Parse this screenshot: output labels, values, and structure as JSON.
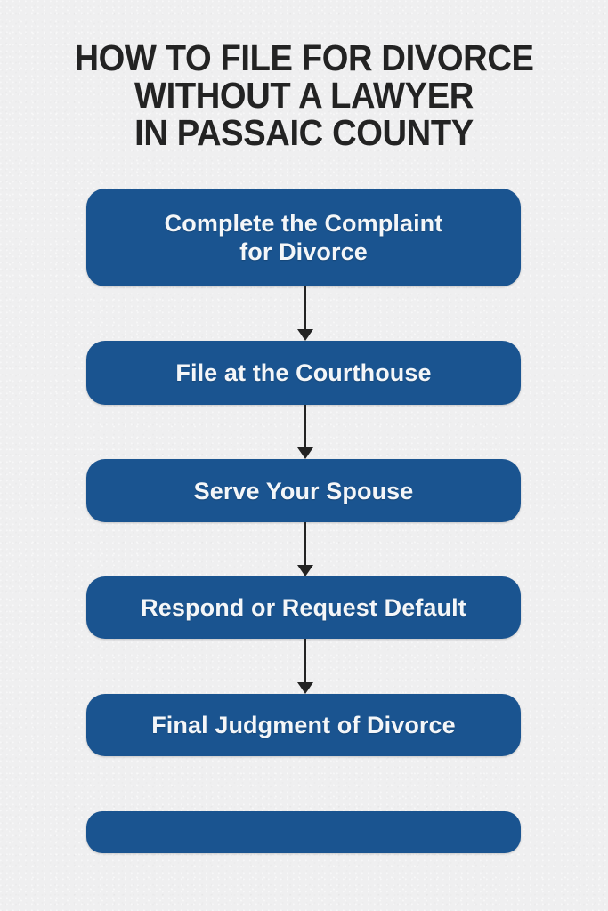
{
  "title": {
    "lines": [
      "HOW TO FILE FOR DIVORCE",
      "WITHOUT A LAWYER",
      "IN PASSAIC COUNTY"
    ],
    "color": "#232323"
  },
  "colors": {
    "background": "#efeff0",
    "box_fill": "#1a5490",
    "box_text": "#f4f6f8",
    "arrow": "#232323"
  },
  "flow": {
    "steps": [
      {
        "label": "Complete the Complaint\nfor Divorce",
        "line1": "Complete the Complaint",
        "line2": "for Divorce"
      },
      {
        "label": "File at the Courthouse"
      },
      {
        "label": "Serve Your Spouse"
      },
      {
        "label": "Respond or Request Default"
      },
      {
        "label": "Final Judgment of Divorce"
      },
      {
        "label": ""
      }
    ],
    "arrow_count": 4,
    "arrow_glyph": "down-arrow"
  }
}
